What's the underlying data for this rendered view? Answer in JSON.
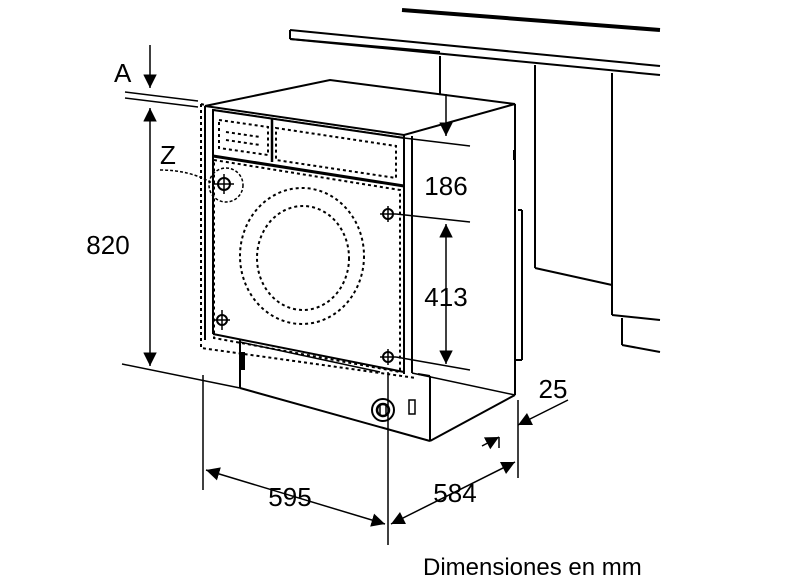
{
  "labels": {
    "a": "A",
    "z": "Z"
  },
  "dimensions": {
    "height": "820",
    "top_panel": "186",
    "hinge_spacing": "413",
    "width": "595",
    "depth": "584",
    "gap": "25"
  },
  "caption": "Dimensiones en mm"
}
